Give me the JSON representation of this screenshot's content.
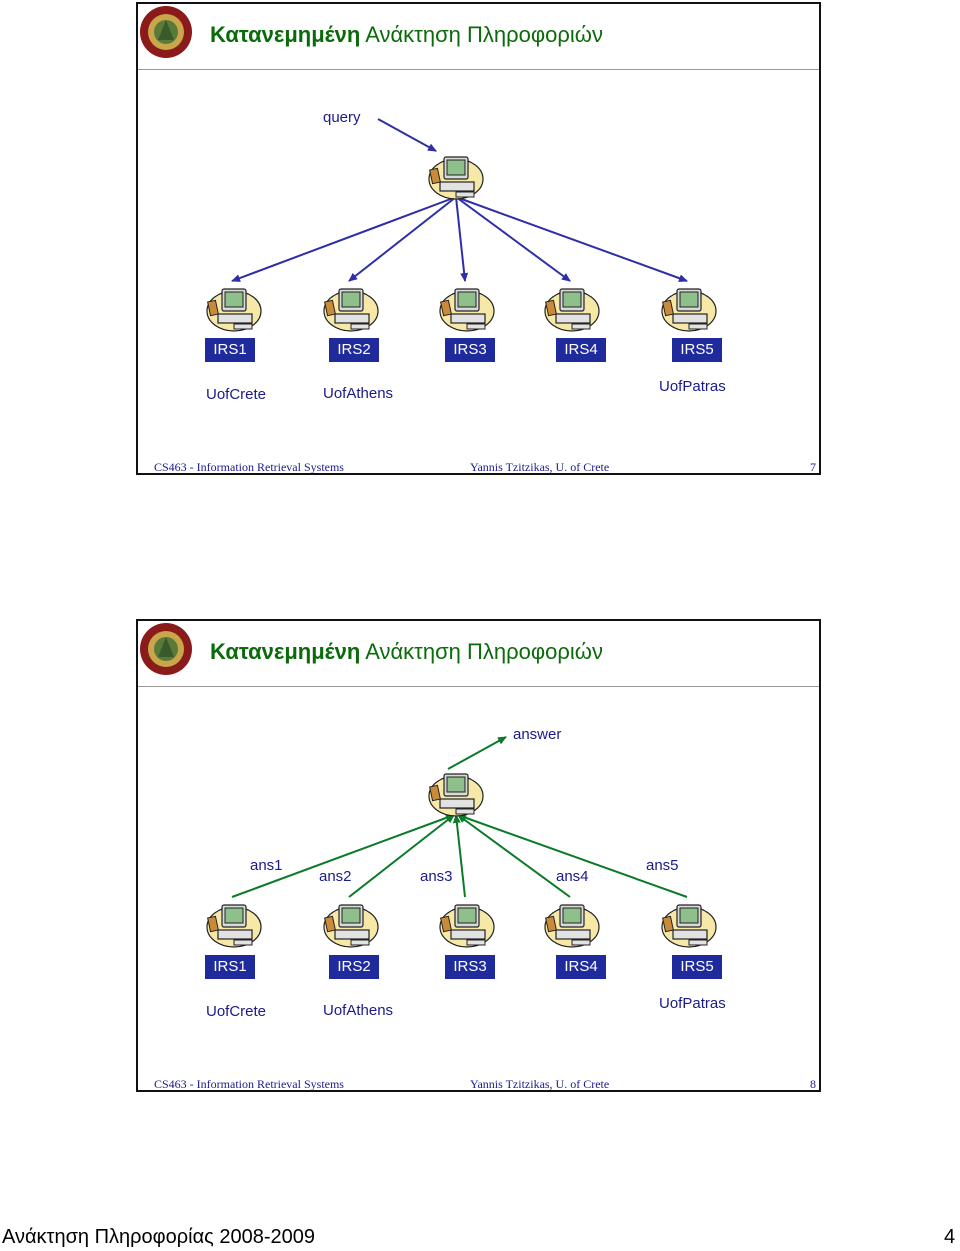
{
  "slides": [
    {
      "title_bold": "Κατανεμημένη",
      "title_rest": "Ανάκτηση Πληροφοριών",
      "flow_label": "query",
      "irs": [
        "IRS1",
        "IRS2",
        "IRS3",
        "IRS4",
        "IRS5"
      ],
      "sites": [
        "UofCrete",
        "UofAthens",
        "UofPatras"
      ],
      "footer_left": "CS463 - Information Retrieval Systems",
      "footer_mid": "Yannis Tzitzikas, U. of Crete",
      "page_num": "7",
      "edge_color": "#2e2ea8"
    },
    {
      "title_bold": "Κατανεμημένη",
      "title_rest": "Ανάκτηση Πληροφοριών",
      "flow_label": "answer",
      "answers": [
        "ans1",
        "ans2",
        "ans3",
        "ans4",
        "ans5"
      ],
      "irs": [
        "IRS1",
        "IRS2",
        "IRS3",
        "IRS4",
        "IRS5"
      ],
      "sites": [
        "UofCrete",
        "UofAthens",
        "UofPatras"
      ],
      "footer_left": "CS463 - Information Retrieval Systems",
      "footer_mid": "Yannis Tzitzikas, U. of Crete",
      "page_num": "8",
      "edge_color": "#0b7a2a"
    }
  ],
  "page_footer": {
    "left": "Ανάκτηση Πληροφορίας 2008-2009",
    "right": "4"
  }
}
